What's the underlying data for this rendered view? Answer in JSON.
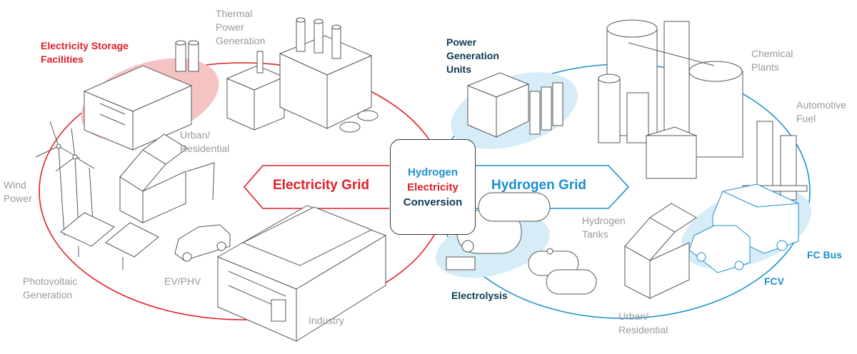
{
  "labels": {
    "electricity_storage": "Electricity Storage\nFacilities",
    "thermal_power": "Thermal\nPower\nGeneration",
    "urban_residential_left": "Urban/\nResidential",
    "wind_power": "Wind\nPower",
    "photovoltaic": "Photovoltaic\nGeneration",
    "ev_phv": "EV/PHV",
    "industry": "Industry",
    "power_generation_units": "Power\nGeneration\nUnits",
    "chemical_plants": "Chemical\nPlants",
    "automotive_fuel": "Automotive\nFuel",
    "hydrogen_tanks": "Hydrogen\nTanks",
    "electrolysis": "Electrolysis",
    "urban_residential_right": "Urban/\nResidential",
    "fcv": "FCV",
    "fc_bus": "FC Bus"
  },
  "grids": {
    "electricity": "Electricity Grid",
    "hydrogen": "Hydrogen Grid"
  },
  "center": {
    "line1": "Hydrogen",
    "line2": "Electricity",
    "line3": "Conversion"
  },
  "colors": {
    "electricity": "#e01e26",
    "hydrogen": "#1a8fd0",
    "navy": "#0b3954",
    "gray_text": "#9a9a9a",
    "light_blue_fill": "#d6ecf7",
    "light_red_fill": "#f6c3c3"
  }
}
